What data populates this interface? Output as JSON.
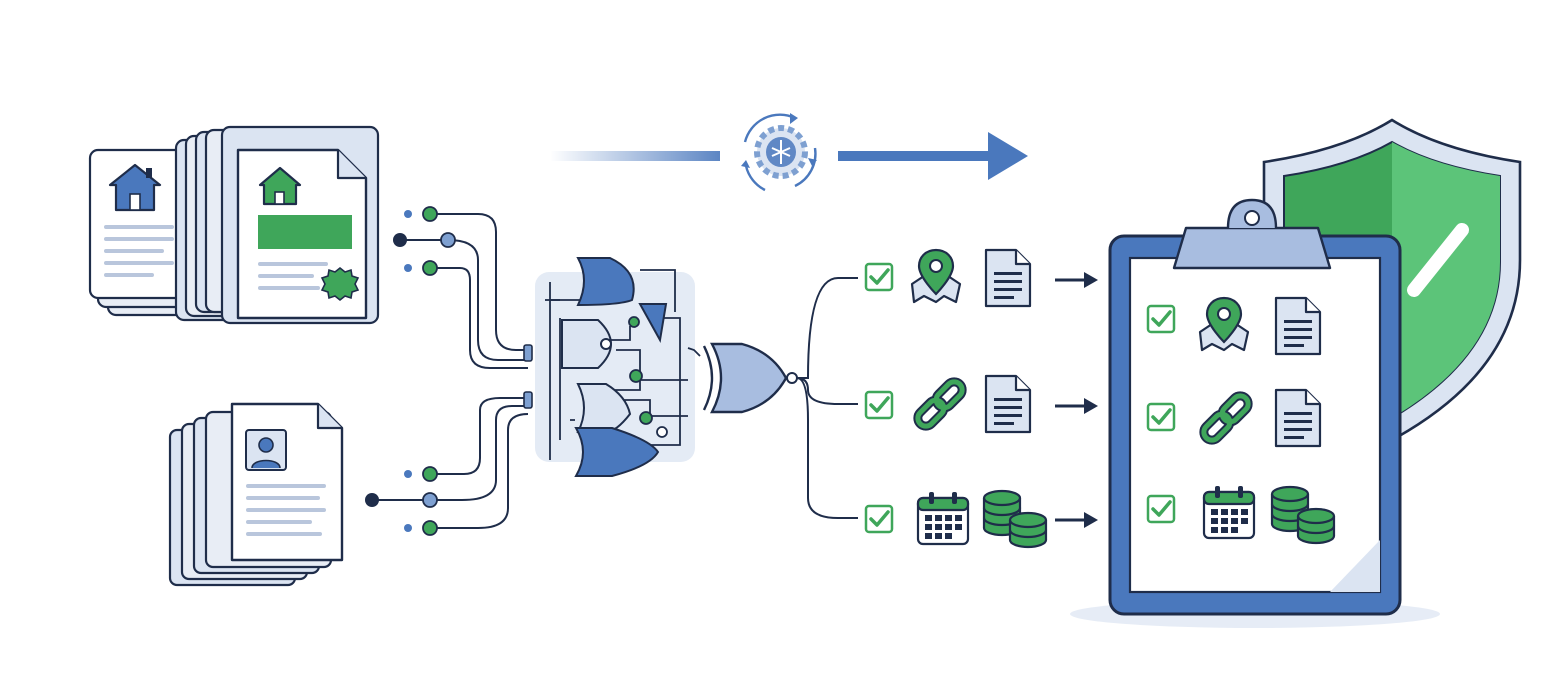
{
  "diagram": {
    "inputs": [
      {
        "kind": "property-documents",
        "icons": [
          "house-icon",
          "house-icon",
          "seal-icon"
        ]
      },
      {
        "kind": "identity-documents",
        "icons": [
          "person-icon"
        ]
      }
    ],
    "process": {
      "icon": "gear-brain-cycle-icon",
      "flow": "left-to-right"
    },
    "logic": {
      "gates": [
        "nand-gate",
        "and-gate",
        "not-gate",
        "nor-gate",
        "xor-gate"
      ]
    },
    "checks": [
      {
        "status": "checked",
        "icons": [
          "map-pin-icon",
          "document-icon"
        ]
      },
      {
        "status": "checked",
        "icons": [
          "link-icon",
          "document-icon"
        ]
      },
      {
        "status": "checked",
        "icons": [
          "calendar-icon",
          "coins-icon"
        ]
      }
    ],
    "output": {
      "kind": "verified-checklist",
      "badge": "shield-check-icon"
    },
    "colors": {
      "navy": "#1f2d4a",
      "blue": "#4a78bd",
      "light_blue": "#dbe4f2",
      "green": "#3fa65a",
      "green_light": "#5cc479",
      "paper": "#ffffff",
      "page_gray": "#e8edf5"
    }
  }
}
